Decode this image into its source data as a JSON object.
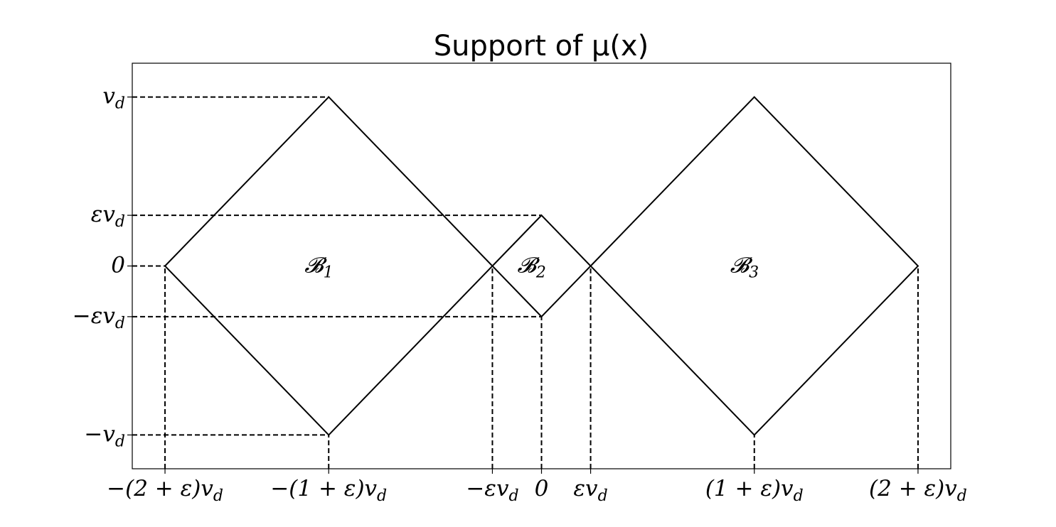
{
  "title": "Support of μ(x)",
  "axis_params": {
    "epsilon": 0.3,
    "v_d": 1
  },
  "x_ticks": [
    {
      "label": "−(2 + ε)v",
      "sub": "d",
      "value": -2.3
    },
    {
      "label": "−(1 + ε)v",
      "sub": "d",
      "value": -1.3
    },
    {
      "label": "−εv",
      "sub": "d",
      "value": -0.3
    },
    {
      "label": "0",
      "sub": "",
      "value": 0
    },
    {
      "label": "εv",
      "sub": "d",
      "value": 0.3
    },
    {
      "label": "(1 + ε)v",
      "sub": "d",
      "value": 1.3
    },
    {
      "label": "(2 + ε)v",
      "sub": "d",
      "value": 2.3
    }
  ],
  "y_ticks": [
    {
      "label": "v",
      "sub": "d",
      "value": 1
    },
    {
      "label": "εv",
      "sub": "d",
      "value": 0.3
    },
    {
      "label": "0",
      "sub": "",
      "value": 0
    },
    {
      "label": "−εv",
      "sub": "d",
      "value": -0.3
    },
    {
      "label": "−v",
      "sub": "d",
      "value": -1
    }
  ],
  "xlim": [
    -2.5,
    2.5
  ],
  "ylim": [
    -1.2,
    1.2
  ],
  "regions": [
    {
      "label": "𝓑",
      "sub": "1",
      "center": [
        -1.3,
        0
      ],
      "half_width": 1.0,
      "label_x": -1.36
    },
    {
      "label": "𝓑",
      "sub": "2",
      "center": [
        0,
        0
      ],
      "half_width": 0.3,
      "label_x": -0.06
    },
    {
      "label": "𝓑",
      "sub": "3",
      "center": [
        1.3,
        0
      ],
      "half_width": 1.0,
      "label_x": 1.24
    }
  ],
  "guides": {
    "horizontal": [
      {
        "y": 1,
        "x_end": -1.3
      },
      {
        "y": 0.3,
        "x_end": 0
      },
      {
        "y": 0,
        "x_end": -2.3
      },
      {
        "y": -0.3,
        "x_end": 0
      },
      {
        "y": -1,
        "x_end": -1.3
      }
    ],
    "vertical": [
      {
        "x": -2.3,
        "y_end": 0
      },
      {
        "x": -1.3,
        "y_end": -1
      },
      {
        "x": -0.3,
        "y_end": 0
      },
      {
        "x": 0,
        "y_end": -0.3
      },
      {
        "x": 0.3,
        "y_end": 0
      },
      {
        "x": 1.3,
        "y_end": -1
      },
      {
        "x": 2.3,
        "y_end": 0
      }
    ]
  }
}
